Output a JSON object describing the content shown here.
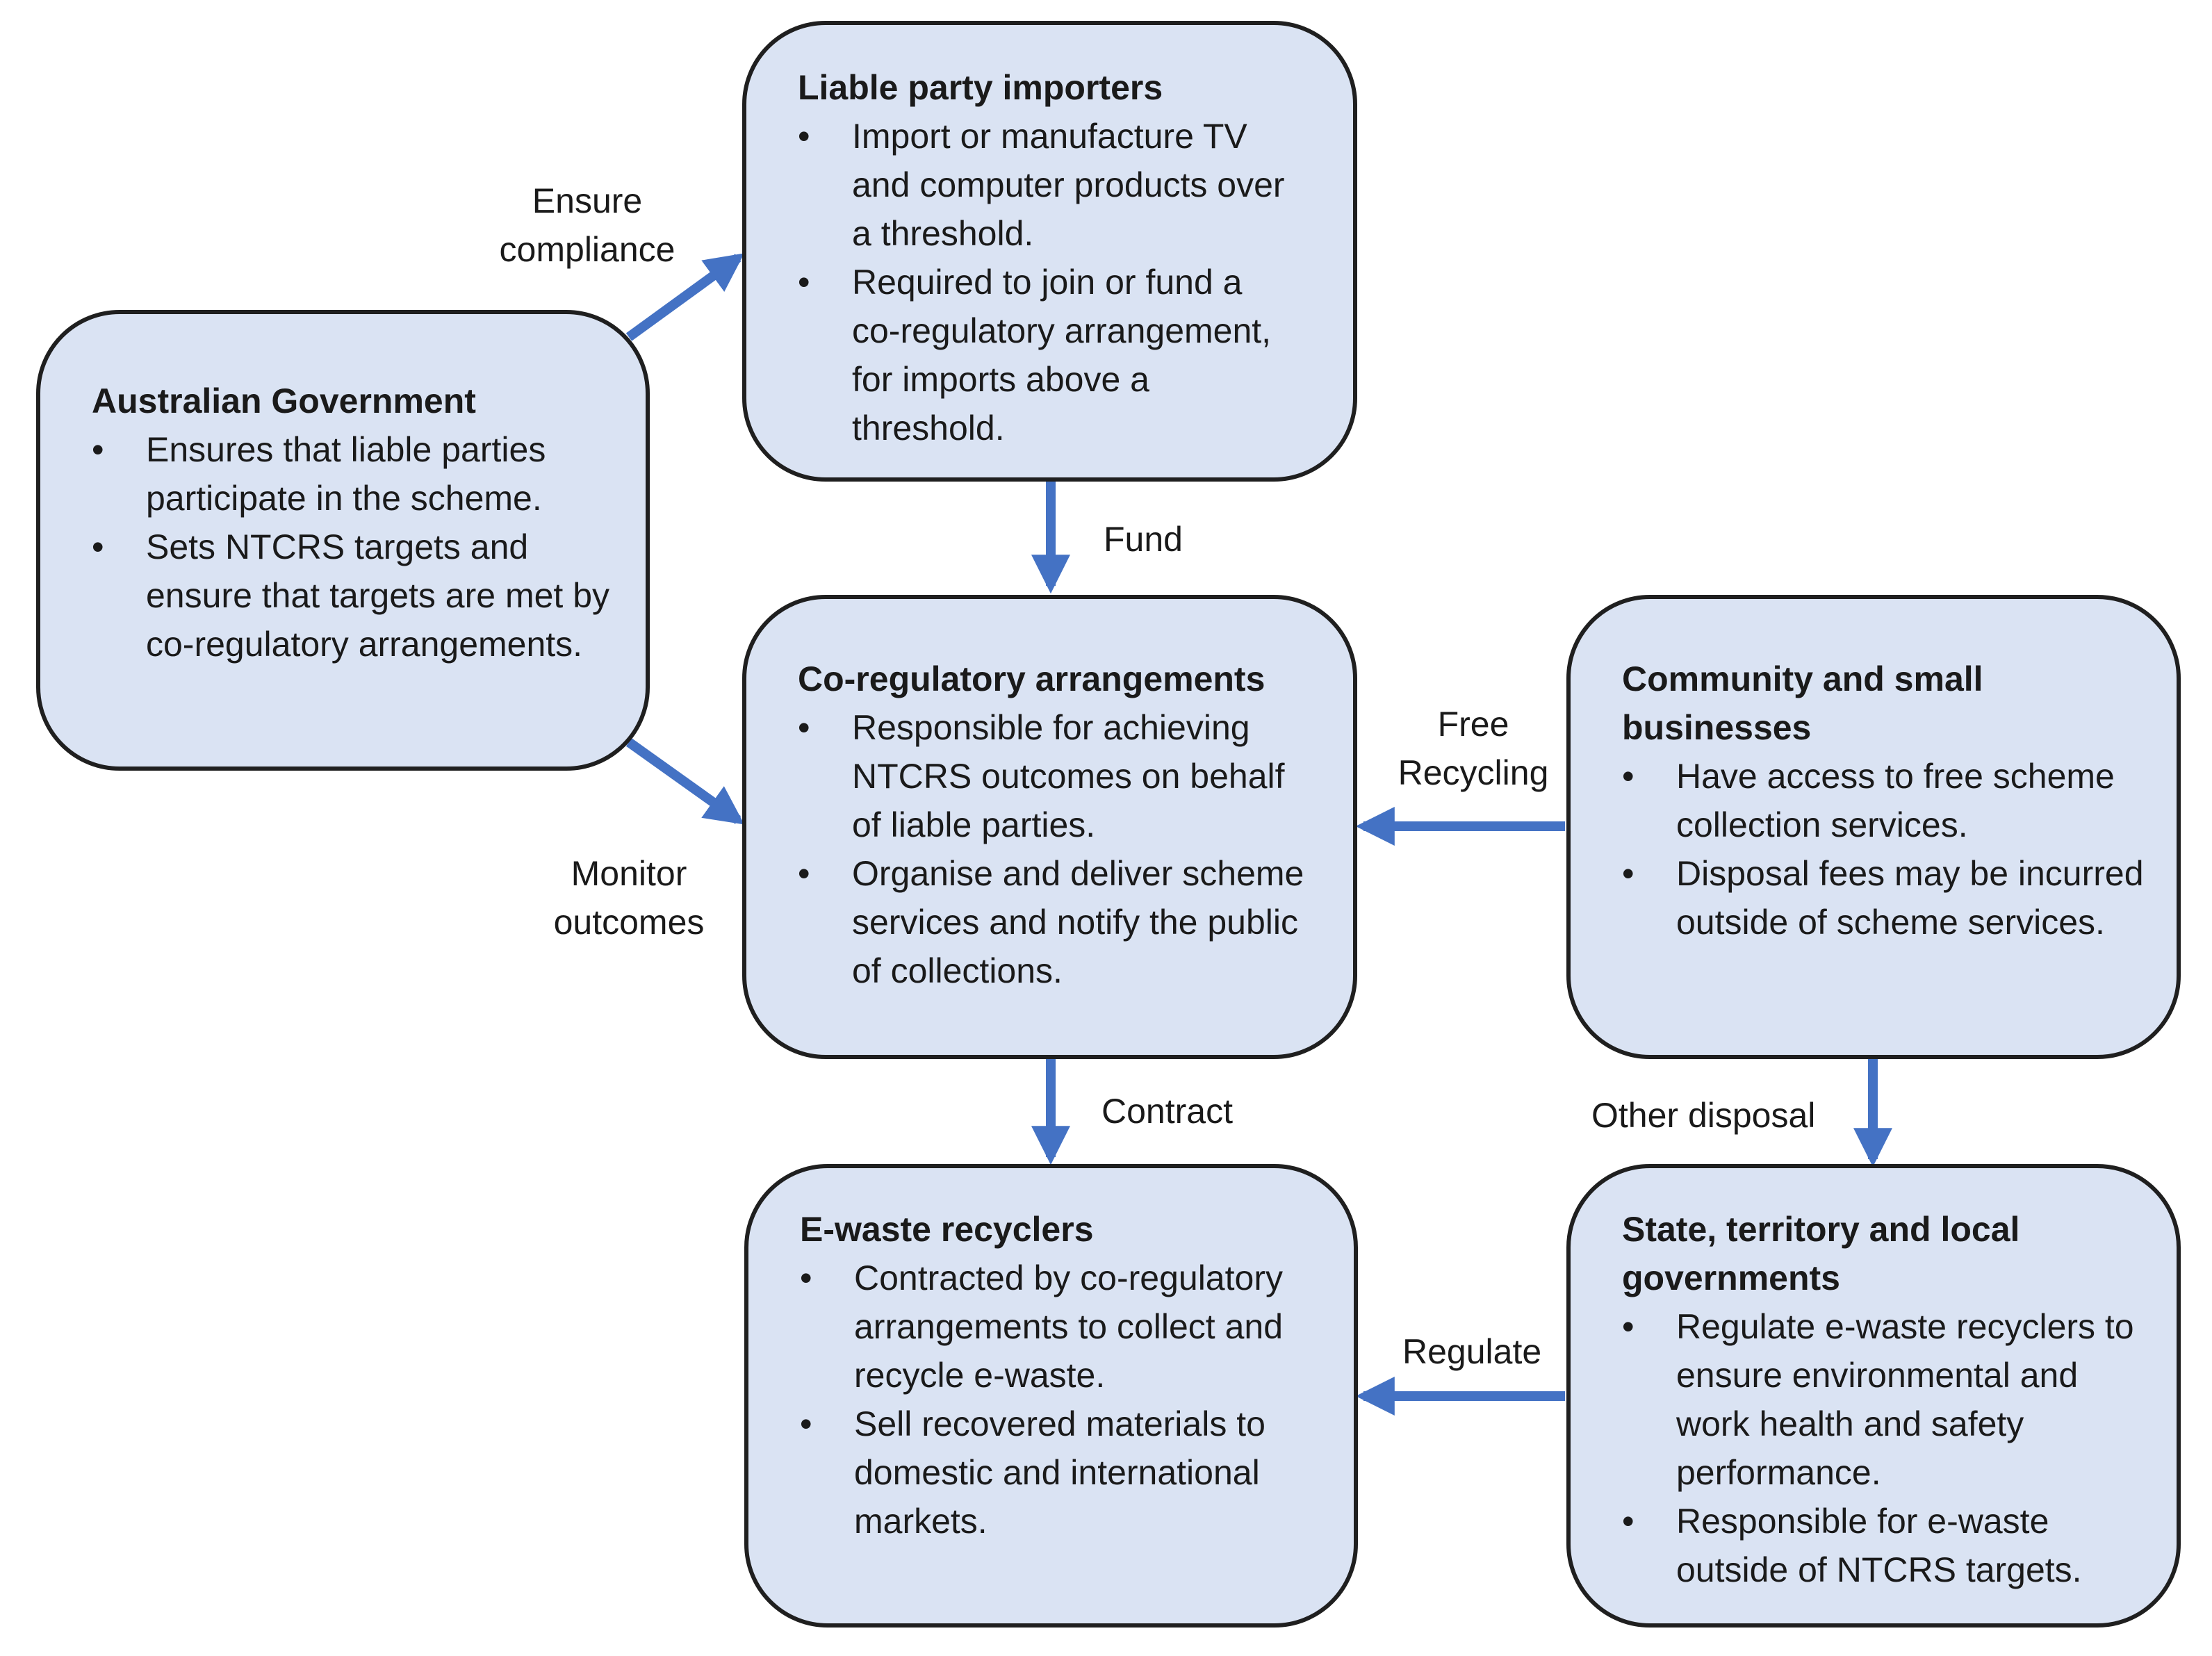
{
  "diagram": {
    "nodes": {
      "australian_government": {
        "title": "Australian Government",
        "bullets": [
          "Ensures that liable parties participate in the scheme.",
          "Sets NTCRS targets and ensure that targets are met by co-regulatory arrangements."
        ]
      },
      "liable_party_importers": {
        "title": "Liable party importers",
        "bullets": [
          "Import or manufacture TV and computer products over a threshold.",
          "Required to join or fund a co-regulatory arrangement, for imports above a threshold."
        ]
      },
      "co_regulatory_arrangements": {
        "title": "Co-regulatory arrangements",
        "bullets": [
          "Responsible for achieving NTCRS outcomes on behalf of liable parties.",
          "Organise and deliver scheme services and notify the public of collections."
        ]
      },
      "community_small_businesses": {
        "title_lines": [
          "Community and small",
          "businesses"
        ],
        "bullets": [
          "Have access to free scheme collection services.",
          "Disposal fees may be incurred outside of scheme services."
        ]
      },
      "e_waste_recyclers": {
        "title": "E-waste recyclers",
        "bullets": [
          "Contracted by co-regulatory arrangements to collect and recycle e-waste.",
          "Sell recovered materials to domestic and international markets."
        ]
      },
      "state_territory_local_governments": {
        "title_lines": [
          "State, territory and local",
          "governments"
        ],
        "bullets": [
          "Regulate e-waste recyclers to ensure environmental and work health and safety performance.",
          "Responsible for e-waste outside of NTCRS targets."
        ]
      }
    },
    "edges": {
      "ensure_compliance": {
        "label_lines": [
          "Ensure",
          "compliance"
        ]
      },
      "fund": {
        "label": "Fund"
      },
      "monitor_outcomes": {
        "label_lines": [
          "Monitor",
          "outcomes"
        ]
      },
      "free_recycling": {
        "label_lines": [
          "Free",
          "Recycling"
        ]
      },
      "contract": {
        "label": "Contract"
      },
      "other_disposal": {
        "label": "Other disposal"
      },
      "regulate": {
        "label": "Regulate"
      }
    },
    "colors": {
      "box_fill": "#dae3f3",
      "box_border": "#1f1f1f",
      "arrow": "#4472c4"
    }
  }
}
